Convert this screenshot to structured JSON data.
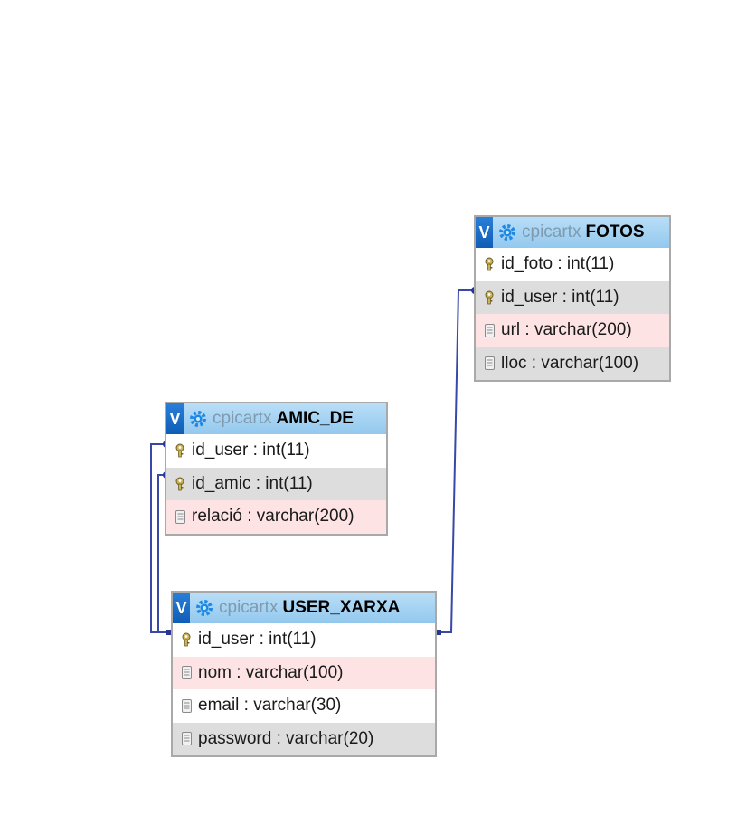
{
  "colors": {
    "header_gradient_top": "#b9def7",
    "header_gradient_bottom": "#93c8ee",
    "toggle": "#1565c0",
    "relation_line": "#3848a8",
    "row_gray": "#dddddd",
    "row_pink": "#fde3e3",
    "border": "#a9a9a9"
  },
  "tables": {
    "fotos": {
      "toggle": "V",
      "db": "cpicartx",
      "name": "FOTOS",
      "columns": [
        {
          "text": "id_foto : int(11)",
          "icon": "key-icon"
        },
        {
          "text": "id_user : int(11)",
          "icon": "key-icon"
        },
        {
          "text": "url : varchar(200)",
          "icon": "column-icon"
        },
        {
          "text": "lloc : varchar(100)",
          "icon": "column-icon"
        }
      ]
    },
    "amic_de": {
      "toggle": "V",
      "db": "cpicartx",
      "name": "AMIC_DE",
      "columns": [
        {
          "text": "id_user : int(11)",
          "icon": "key-icon"
        },
        {
          "text": "id_amic : int(11)",
          "icon": "key-icon"
        },
        {
          "text": "relació : varchar(200)",
          "icon": "column-icon"
        }
      ]
    },
    "user_xarxa": {
      "toggle": "V",
      "db": "cpicartx",
      "name": "USER_XARXA",
      "columns": [
        {
          "text": "id_user : int(11)",
          "icon": "key-icon"
        },
        {
          "text": "nom : varchar(100)",
          "icon": "column-icon"
        },
        {
          "text": "email : varchar(30)",
          "icon": "column-icon"
        },
        {
          "text": "password : varchar(20)",
          "icon": "column-icon"
        }
      ]
    }
  },
  "relations": [
    {
      "from": "USER_XARXA.id_user",
      "to": "FOTOS.id_user"
    },
    {
      "from": "USER_XARXA.id_user",
      "to": "AMIC_DE.id_user"
    },
    {
      "from": "USER_XARXA.id_user",
      "to": "AMIC_DE.id_amic"
    }
  ]
}
